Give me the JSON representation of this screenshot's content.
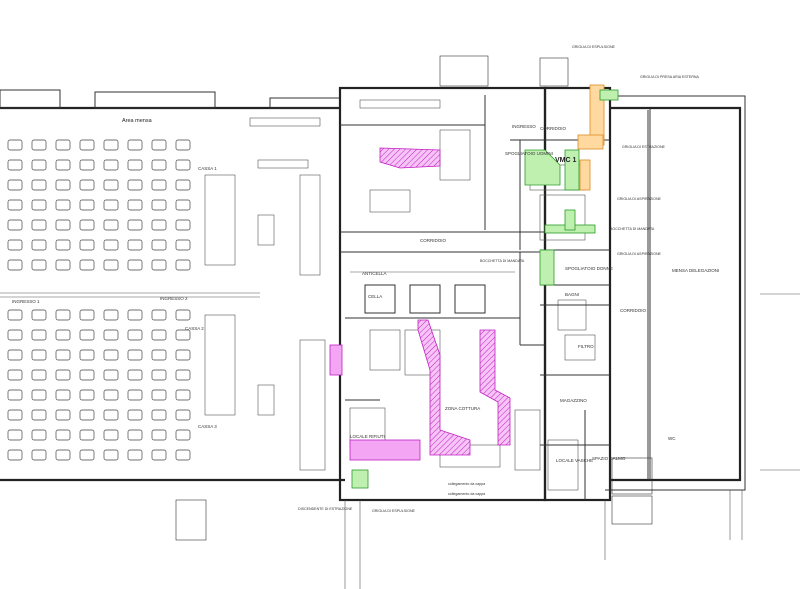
{
  "plan": {
    "main_room_label": "Area mensa",
    "vmc_label": "VMC 1",
    "rooms": [
      {
        "key": "ingresso_a",
        "text": "INGRESSO"
      },
      {
        "key": "corridoio_top",
        "text": "CORRIDOIO"
      },
      {
        "key": "corridoio_mid",
        "text": "CORRIDOIO"
      },
      {
        "key": "corridoio_right",
        "text": "CORRIDOIO"
      },
      {
        "key": "spogliatoio_uomini",
        "text": "SPOGLIATOIO UOMINI"
      },
      {
        "key": "spogliatoio_donne",
        "text": "SPOGLIATOIO DONNE"
      },
      {
        "key": "mensa_delegazioni",
        "text": "MENSA DELEGAZIONI"
      },
      {
        "key": "magazzino",
        "text": "MAGAZZINO"
      },
      {
        "key": "locale_rifiuti",
        "text": "LOCALE RIFIUTI"
      },
      {
        "key": "locale_vasche",
        "text": "LOCALE VASCHE"
      },
      {
        "key": "spazio_calmo",
        "text": "SPAZIO CALMO"
      },
      {
        "key": "wc",
        "text": "WC"
      },
      {
        "key": "cassa_1",
        "text": "CASSA 1"
      },
      {
        "key": "cassa_2",
        "text": "CASSA 2"
      },
      {
        "key": "cassa_3",
        "text": "CASSA 3"
      },
      {
        "key": "ingresso_1",
        "text": "INGRESSO 1"
      },
      {
        "key": "ingresso_2",
        "text": "INGRESSO 2"
      },
      {
        "key": "zona_cottura",
        "text": "ZONA COTTURA"
      },
      {
        "key": "cella",
        "text": "CELLA"
      },
      {
        "key": "bagni",
        "text": "BAGNI"
      },
      {
        "key": "filtro",
        "text": "FILTRO"
      },
      {
        "key": "anticella",
        "text": "ANTICELLA"
      }
    ],
    "notes": [
      {
        "key": "n_top_espulsione",
        "text": "GRIGLIA DI ESPULSIONE"
      },
      {
        "key": "n_top_presa",
        "text": "GRIGLIA DI PRESA ARIA ESTERNA"
      },
      {
        "key": "n_griglia_1",
        "text": "GRIGLIA DI ESTRAZIONE"
      },
      {
        "key": "n_griglia_2",
        "text": "GRIGLIA DI ASPIRAZIONE"
      },
      {
        "key": "n_griglia_3",
        "text": "GRIGLIA DI ASPIRAZIONE"
      },
      {
        "key": "n_bocchetta_1",
        "text": "BOCCHETTA DI MANDATA"
      },
      {
        "key": "n_bocchetta_2",
        "text": "BOCCHETTA DI MANDATA"
      },
      {
        "key": "n_collegamento_1",
        "text": "collegamento da cappa"
      },
      {
        "key": "n_collegamento_2",
        "text": "collegamento da cappa"
      },
      {
        "key": "n_bottom_1",
        "text": "DISCENDENTE DI ESTRAZIONE"
      },
      {
        "key": "n_bottom_2",
        "text": "GRIGLIA DI ESPULSIONE"
      }
    ]
  },
  "colors": {
    "walls": "#222222",
    "duct_kitchen": "#c020c0",
    "duct_changing": "#2c9c2c",
    "duct_intake": "#e08a20"
  }
}
